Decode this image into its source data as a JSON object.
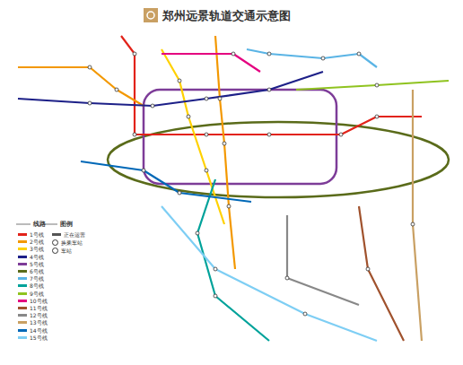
{
  "diagram": {
    "title": "郑州远景轨道交通示意图",
    "labels": [
      "线路",
      "图例"
    ],
    "legend": [
      {
        "text": "1号线",
        "color": "#e2231a"
      },
      {
        "text": "2号线",
        "color": "#f39800"
      },
      {
        "text": "3号线",
        "color": "#ffd100"
      },
      {
        "text": "4号线",
        "color": "#1d2088"
      },
      {
        "text": "5号线",
        "color": "#7d3c98"
      },
      {
        "text": "6号线",
        "color": "#5a6b1a"
      },
      {
        "text": "7号线",
        "color": "#5ab4e5"
      },
      {
        "text": "8号线",
        "color": "#00a29a"
      },
      {
        "text": "9号线",
        "color": "#8fc31f"
      },
      {
        "text": "10号线",
        "color": "#e4007f"
      },
      {
        "text": "11号线",
        "color": "#a0522d"
      },
      {
        "text": "12号线",
        "color": "#888888"
      },
      {
        "text": "13号线",
        "color": "#c9a063"
      },
      {
        "text": "14号线",
        "color": "#0068b7"
      },
      {
        "text": "15号线",
        "color": "#7ecef4"
      },
      {
        "text": "正在运营"
      },
      {
        "text": "换乘车站"
      },
      {
        "text": "车站"
      }
    ]
  }
}
